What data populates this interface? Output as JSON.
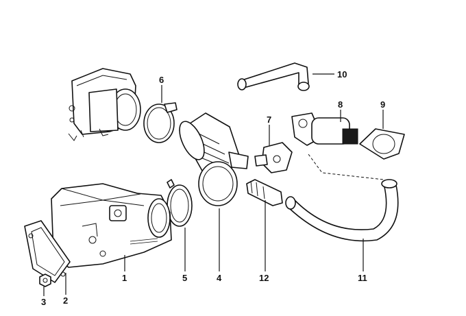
{
  "diagram": {
    "callouts": [
      {
        "key": "1",
        "text": "1"
      },
      {
        "key": "2",
        "text": "2"
      },
      {
        "key": "3",
        "text": "3"
      },
      {
        "key": "4",
        "text": "4"
      },
      {
        "key": "5",
        "text": "5"
      },
      {
        "key": "6",
        "text": "6"
      },
      {
        "key": "7",
        "text": "7"
      },
      {
        "key": "8",
        "text": "8"
      },
      {
        "key": "9",
        "text": "9"
      },
      {
        "key": "10",
        "text": "10"
      },
      {
        "key": "11",
        "text": "11"
      },
      {
        "key": "12",
        "text": "12"
      }
    ]
  }
}
